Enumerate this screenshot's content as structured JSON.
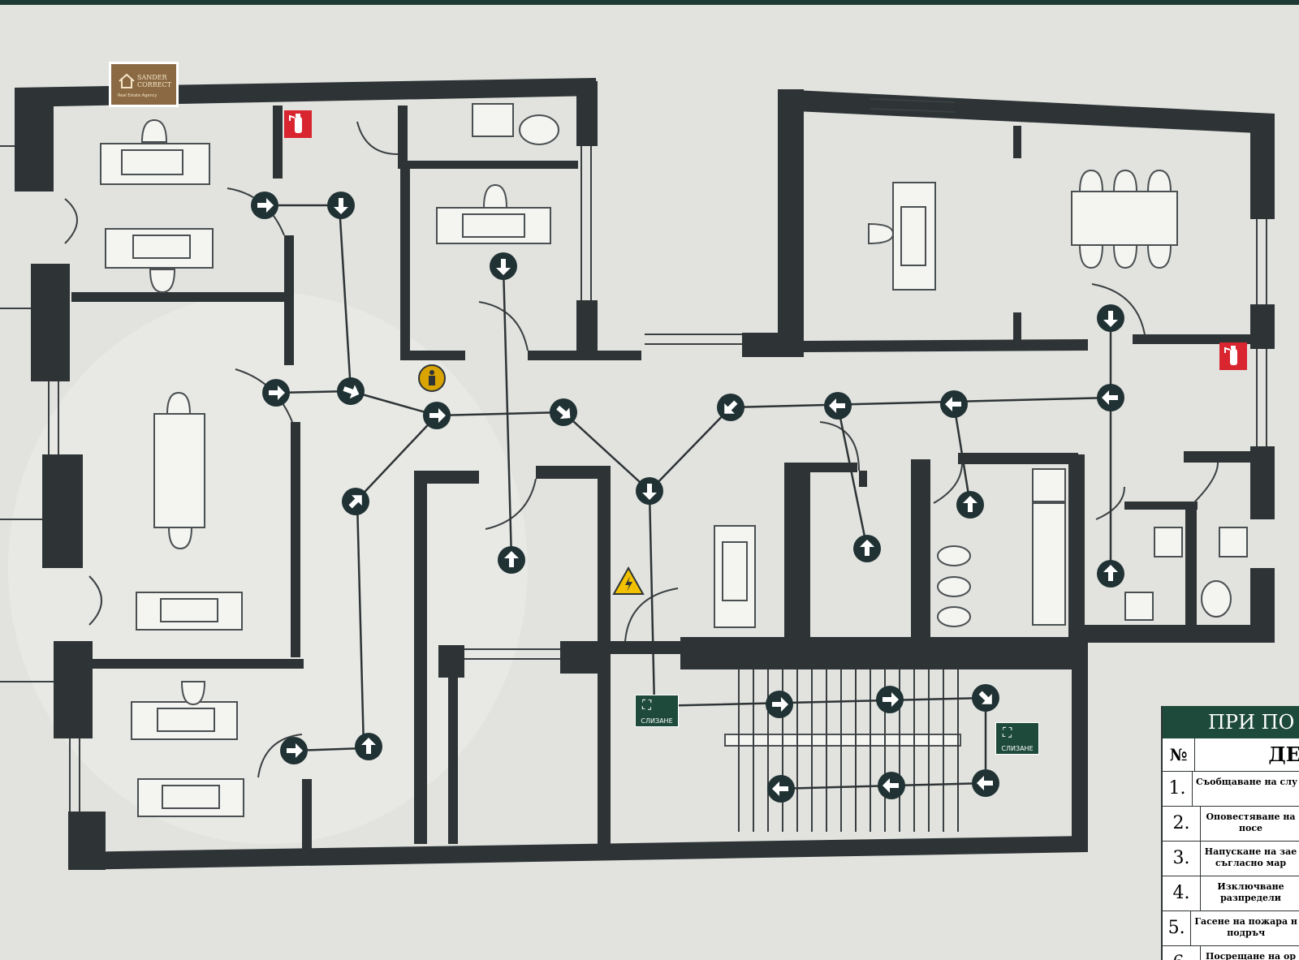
{
  "logo": {
    "text": "SANDER\nCORRECT",
    "tagline": "Real Estate Agency"
  },
  "exit_signs": [
    {
      "label": "СЛИЗАНЕ"
    },
    {
      "label": "СЛИЗАНЕ"
    }
  ],
  "legend": {
    "title": "ПРИ ПО",
    "col_no": "№",
    "col_desc": "ДЕ",
    "rows": [
      {
        "no": "1.",
        "text": "Съобщаване на слу"
      },
      {
        "no": "2.",
        "text": "Оповестяване на\nпосе"
      },
      {
        "no": "3.",
        "text": "Напускане на зае\nсъгласно мар"
      },
      {
        "no": "4.",
        "text": "Изключване\nразпредели"
      },
      {
        "no": "5.",
        "text": "Гасене на пожара н\nподръч"
      },
      {
        "no": "6.",
        "text": "Посрещане на ор"
      }
    ]
  },
  "colors": {
    "wall": "#2e3436",
    "marker": "#203234",
    "legend_header": "#1e4a3c",
    "extinguisher": "#d9252f",
    "warning": "#f2c200"
  },
  "icons": [
    "fire-extinguisher-icon",
    "high-voltage-warning-icon",
    "first-aid-person-icon",
    "emergency-exit-arrow-icon",
    "stairs-exit-icon"
  ]
}
